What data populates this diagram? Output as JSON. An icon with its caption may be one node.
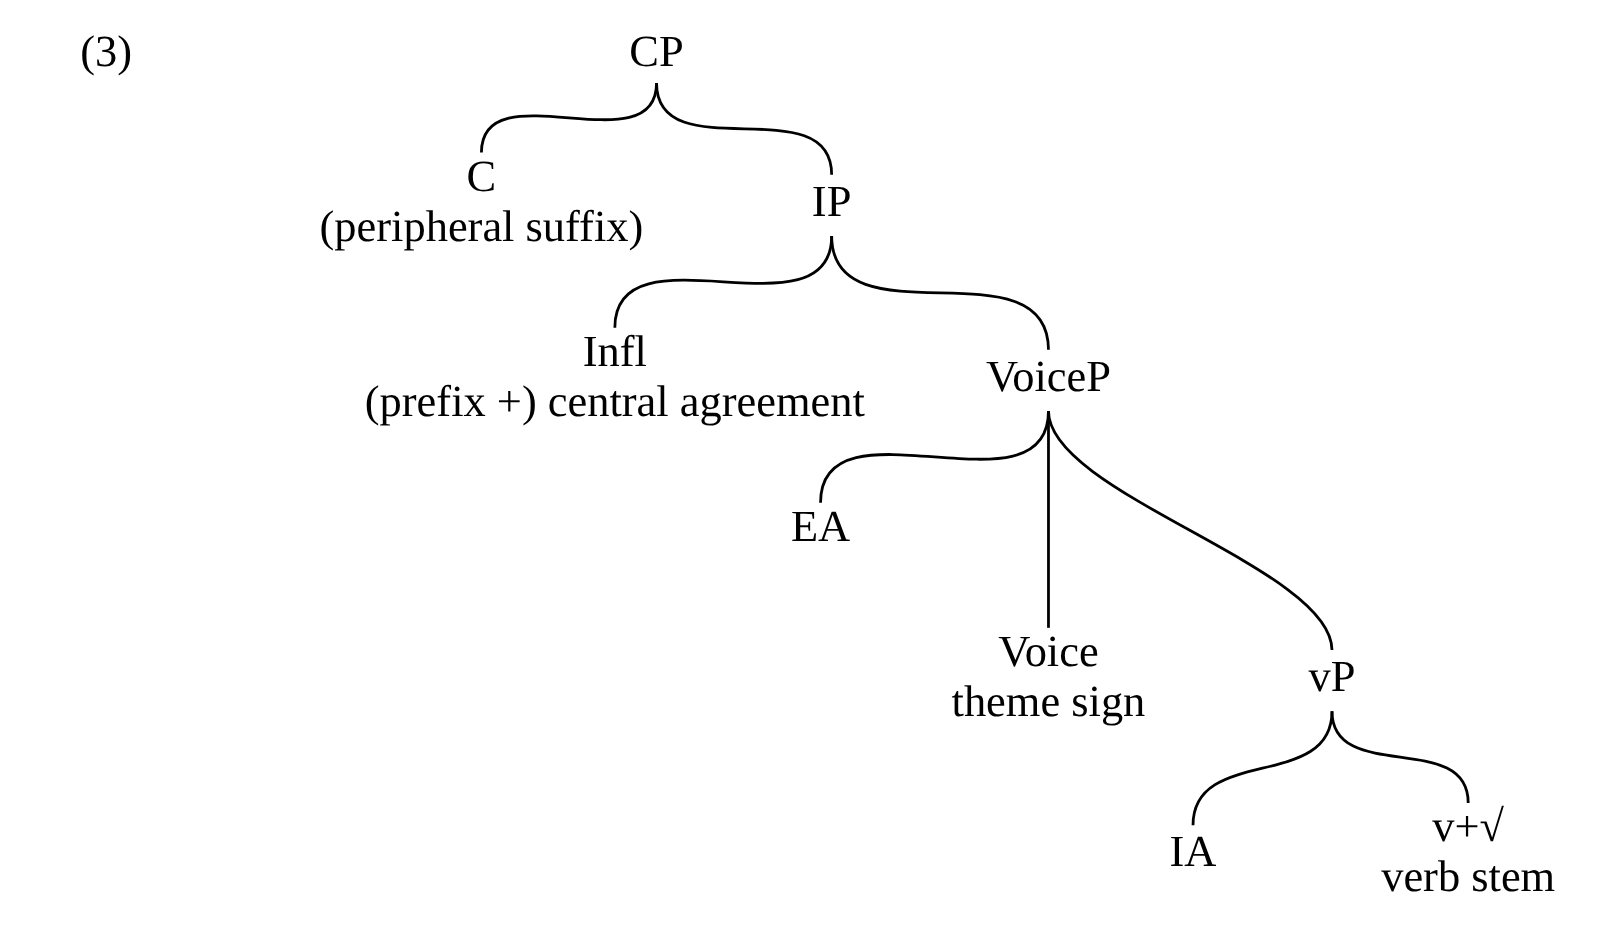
{
  "diagram": {
    "nodes": [
      {
        "text": [
          "CP"
        ]
      },
      {
        "text": [
          "C"
        ],
        "beside": [
          "(peripheral suffix)"
        ]
      },
      {
        "text": [
          "IP"
        ]
      },
      {
        "text": [
          "Infl"
        ],
        "beside": [
          "(prefix +) central agreement"
        ]
      },
      {
        "text": [
          "VoiceP"
        ]
      },
      {
        "text": [
          "EA"
        ]
      },
      {
        "text": [
          "Voice"
        ],
        "beside": [
          "theme sign"
        ]
      },
      {
        "text": [
          "vP"
        ]
      },
      {
        "text": [
          "IA"
        ]
      },
      {
        "text": [
          "v+√"
        ],
        "beside": [
          "verb stem"
        ]
      }
    ],
    "edges": [
      {
        "from": 0,
        "to": 1,
        "arrow": "none"
      },
      {
        "from": 0,
        "to": 2,
        "arrow": "none"
      },
      {
        "from": 2,
        "to": 3,
        "arrow": "none"
      },
      {
        "from": 2,
        "to": 4,
        "arrow": "none"
      },
      {
        "from": 4,
        "to": 5,
        "arrow": "none"
      },
      {
        "from": 4,
        "to": 6,
        "arrow": "none"
      },
      {
        "from": 4,
        "to": 7,
        "arrow": "none"
      },
      {
        "from": 7,
        "to": 8,
        "arrow": "none"
      },
      {
        "from": 7,
        "to": 9,
        "arrow": "none"
      }
    ],
    "labels": [
      "(3)"
    ]
  }
}
